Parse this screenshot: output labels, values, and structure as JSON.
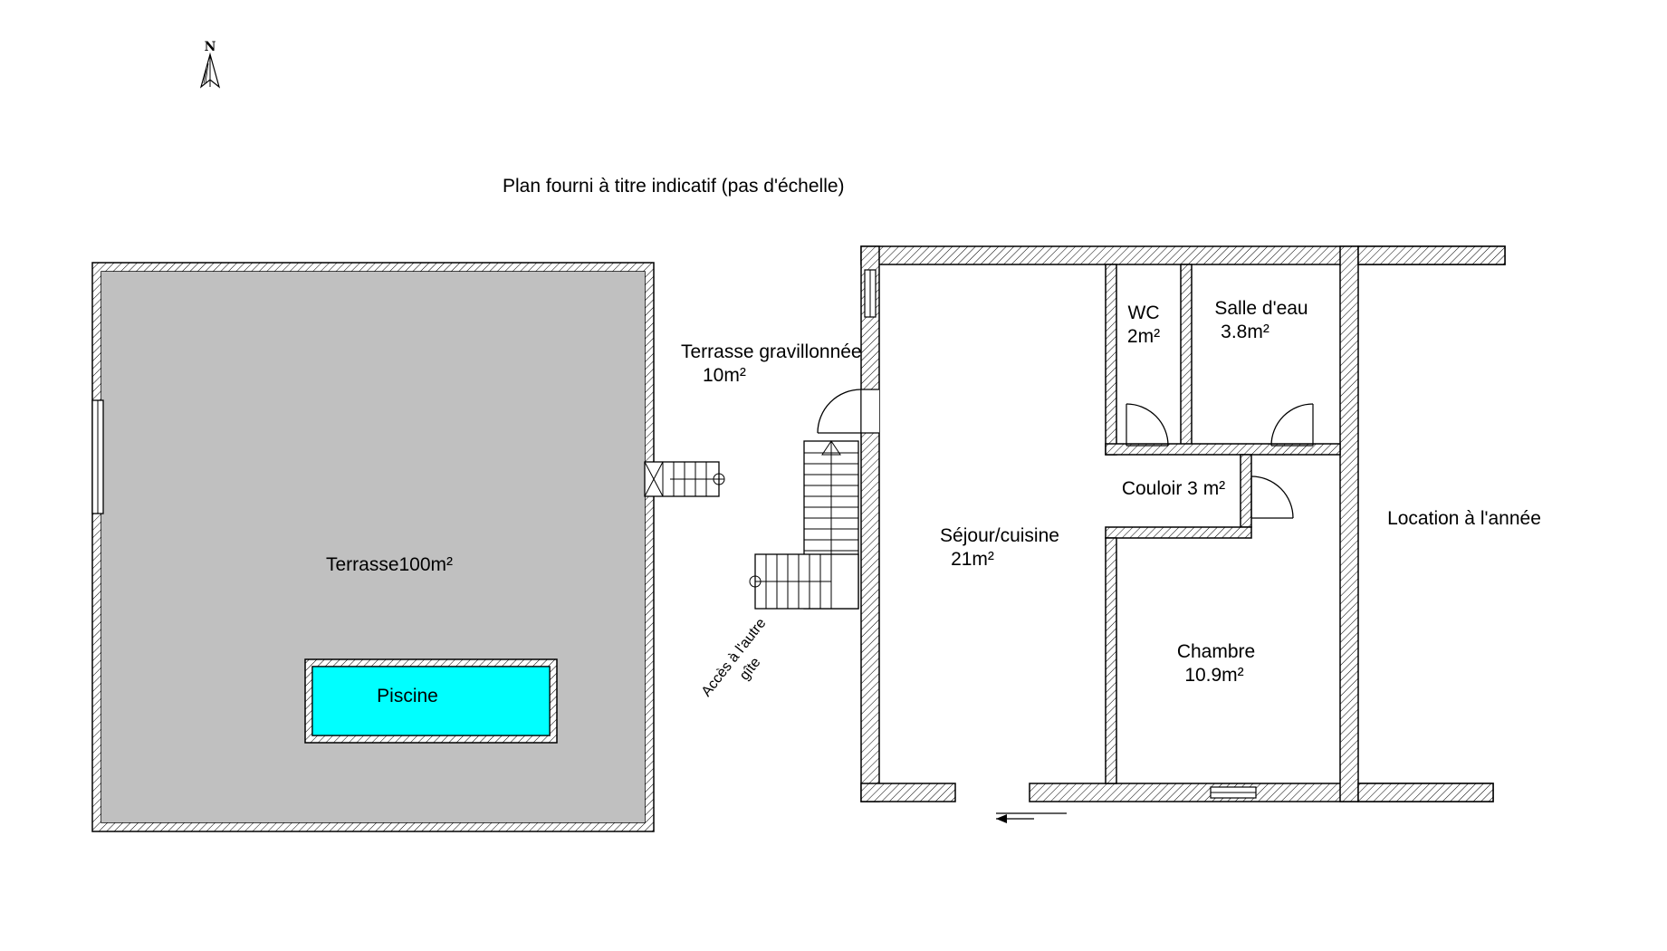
{
  "title": "Plan fourni à titre indicatif (pas d'échelle)",
  "compass": "N",
  "rooms": {
    "terrasse": "Terrasse100m²",
    "piscine": "Piscine",
    "terrasse_gravillonnee": {
      "name": "Terrasse gravillonnée",
      "area": "10m²"
    },
    "acces": {
      "line1": "Accès à l'autre",
      "line2": "gîte"
    },
    "sejour": {
      "name": "Séjour/cuisine",
      "area": "21m²"
    },
    "wc": {
      "name": "WC",
      "area": "2m²"
    },
    "salle_deau": {
      "name": "Salle d'eau",
      "area": "3.8m²"
    },
    "couloir": "Couloir 3 m²",
    "chambre": {
      "name": "Chambre",
      "area": "10.9m²"
    },
    "location": "Location à l'année"
  },
  "colors": {
    "terrace_fill": "#c0c0c0",
    "pool_fill": "#00ffff",
    "wall_line": "#000000"
  }
}
